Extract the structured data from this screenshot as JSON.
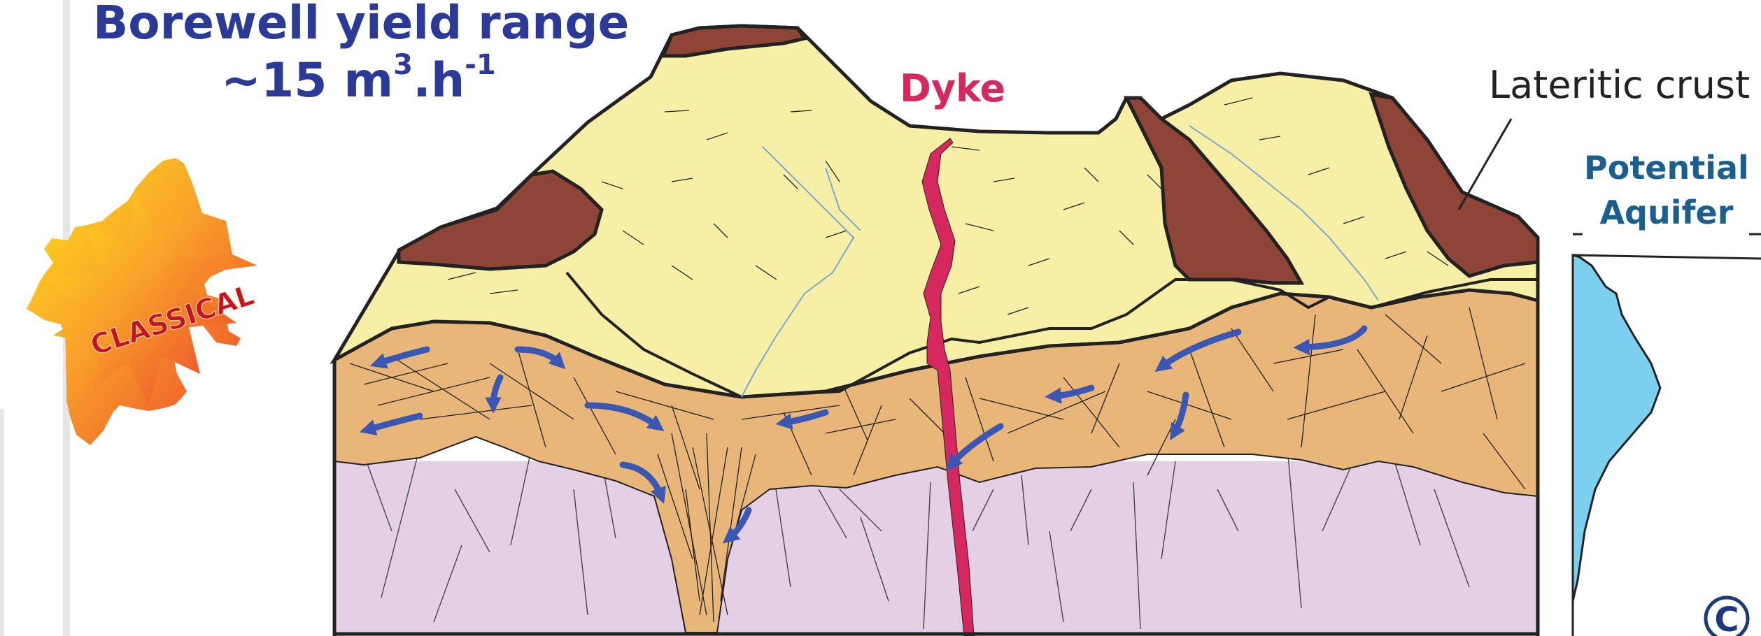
{
  "title": {
    "line1": "Borewell yield range",
    "line2_prefix": "~15 m",
    "line2_sup1": "3",
    "line2_mid": ".h",
    "line2_sup2": "-1"
  },
  "badge": {
    "label": "CLASSICAL"
  },
  "labels": {
    "dyke": "Dyke",
    "lateritic_crust": "Lateritic crust",
    "potential_aquifer_line1": "Potential",
    "potential_aquifer_line2": "Aquifer",
    "corner_mark": "C"
  },
  "colors": {
    "title_blue": "#2b3a97",
    "saprolite_yellow": "#f8efa6",
    "laterite_brown": "#8f4438",
    "fissured_orange": "#e8b678",
    "bedrock_lilac": "#e5cfe4",
    "dyke_red": "#d6285e",
    "flow_arrow_blue": "#3b57b4",
    "aquifer_profile_blue": "#7dcff0",
    "aquifer_label_blue": "#1b5f8f"
  }
}
